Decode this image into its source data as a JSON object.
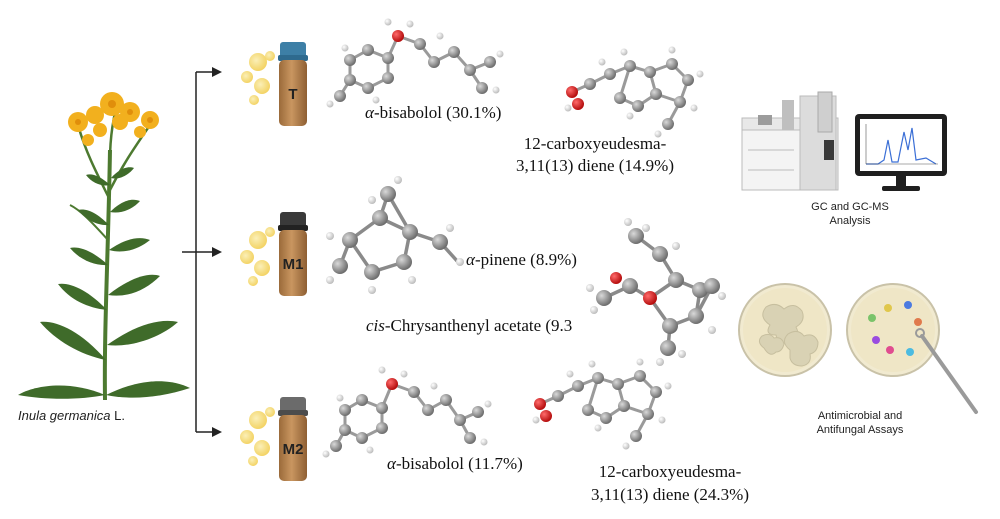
{
  "plant": {
    "label_italic": "Inula germanica",
    "label_suffix": " L."
  },
  "vials": [
    {
      "label": "T",
      "cap_color": "#3d7fa6"
    },
    {
      "label": "M1",
      "cap_color": "#3a3a3a"
    },
    {
      "label": "M2",
      "cap_color": "#6b6b6b"
    }
  ],
  "compounds": {
    "t_bisabolol": {
      "prefix": "α",
      "text": "-bisabolol (30.1%)"
    },
    "t_carboxy_line1": "12-carboxyeudesma-",
    "t_carboxy_line2": "3,11(13) diene (14.9%)",
    "m1_pinene": {
      "prefix": "α",
      "text": "-pinene (8.9%)"
    },
    "m1_chrysanthenyl": {
      "prefix": "cis",
      "text": "-Chrysanthenyl acetate (9.3"
    },
    "m2_bisabolol": {
      "prefix": "α",
      "text": "-bisabolol (11.7%)"
    },
    "m2_carboxy_line1": "12-carboxyeudesma-",
    "m2_carboxy_line2": "3,11(13) diene (24.3%)"
  },
  "analysis": {
    "gc_line1": "GC and GC-MS",
    "gc_line2": "Analysis",
    "assay_line1": "Antimicrobial and",
    "assay_line2": "Antifungal Assays"
  },
  "colors": {
    "flower": "#f2b01e",
    "leaf": "#3f6b2a",
    "amber": "#b5824e",
    "oil": "#f4dc7a",
    "atom_gray": "#8c8c8c",
    "atom_red": "#d42020",
    "plate": "#efe6c6",
    "colony": "#d9d2b4"
  }
}
